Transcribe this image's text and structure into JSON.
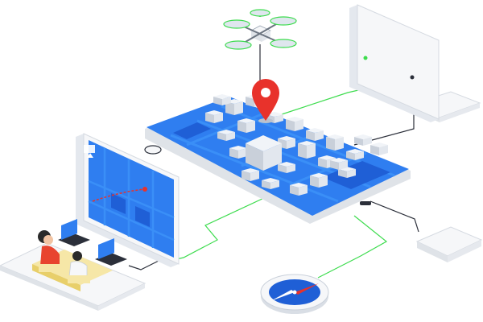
{
  "colors": {
    "background": "#ffffff",
    "connector": "#3ddc4e",
    "connector_dark": "#2b2f3a",
    "map_blue": "#2f7ef0",
    "map_deep": "#1f5fd6",
    "road": "#3a8ff7",
    "building": "#f1f4f8",
    "building_side": "#c9d0da",
    "pin_red": "#e8322b",
    "device_white": "#f6f7f9",
    "device_shadow": "#dfe3e8",
    "drone_green": "#3ddc4e",
    "shirt_red": "#e8442f",
    "hair": "#2a2a2a",
    "compass_blue": "#1f5fd6"
  },
  "scene": {
    "objects": [
      "drone-icon",
      "location-pin-icon",
      "tablet-city-map",
      "monitor-tall",
      "monitor-map-screen",
      "router-box",
      "compass-icon",
      "operator-desk"
    ]
  }
}
